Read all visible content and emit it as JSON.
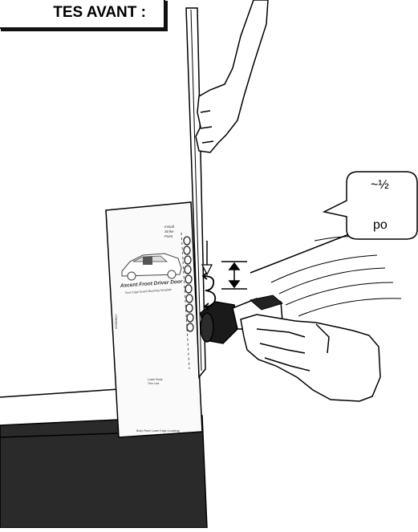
{
  "header": {
    "title": "TES AVANT :"
  },
  "callout": {
    "measurement": "~½",
    "unit": "po"
  },
  "template": {
    "title": "Ascent Front Driver Door",
    "subtitle": "Door Edge Guard Mounting Template",
    "start_label_line1": "Install",
    "start_label_line2": "Strike",
    "start_label_line3": "Point",
    "side_label": "ASSEMBLY",
    "bottom_label_1": "Lower Body",
    "bottom_label_2": "Trim Line",
    "bottom_label_3": "Body Panel Lower Edge (Locating)"
  }
}
